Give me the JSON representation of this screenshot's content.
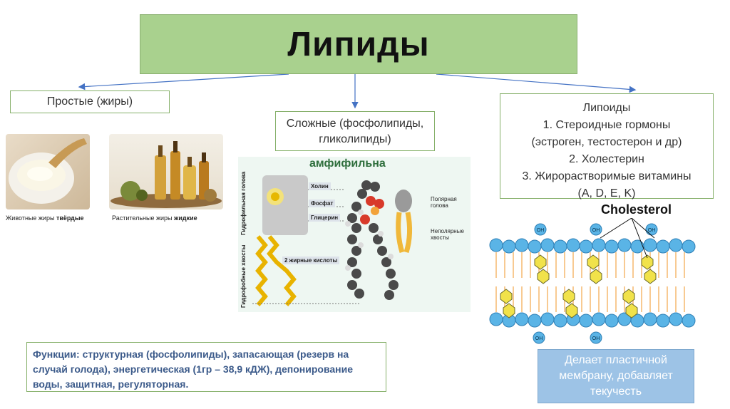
{
  "title": "Липиды",
  "simple": {
    "label": "Простые (жиры)"
  },
  "animal_fats": {
    "caption_prefix": "Животные жиры",
    "caption_bold": "твёрдые"
  },
  "plant_fats": {
    "caption_prefix": "Растительные жиры",
    "caption_bold": "жидкие"
  },
  "complex": {
    "line1": "Сложные (фосфолипиды,",
    "line2": "гликолипиды)"
  },
  "phospholipid": {
    "heading": "амфифильна",
    "choline": "Холин",
    "phosphate": "Фосфат",
    "glycerol": "Глицерин",
    "fatty_acids": "2 жирные кислоты",
    "polar_head": "Полярная голова",
    "nonpolar_tails": "Неполярные хвосты",
    "hydrophilic_head": "Гидрофильная голова",
    "hydrophobic_tails": "Гидрофобные хвосты"
  },
  "lipoids": {
    "heading": "Липоиды",
    "items": [
      "1.   Стероидные гормоны",
      "(эстроген, тестостерон и др)",
      "2.   Холестерин",
      "3.   Жирорастворимые витамины",
      "(A, D, E, K)"
    ]
  },
  "cholesterol": {
    "label": "Cholesterol",
    "oh": "OH"
  },
  "functions": {
    "text": "Функции: структурная (фосфолипиды), запасающая (резерв на случай голода), энергетическая (1гр – 38,9 кДЖ), депонирование воды, защитная, регуляторная."
  },
  "membrane_note": {
    "text": "Делает пластичной мембрану, добавляет текучесть"
  },
  "colors": {
    "title_bg": "#a9d18e",
    "box_border": "#86b06a",
    "note_bg": "#9dc3e6",
    "functions_text": "#3b5a8a"
  }
}
